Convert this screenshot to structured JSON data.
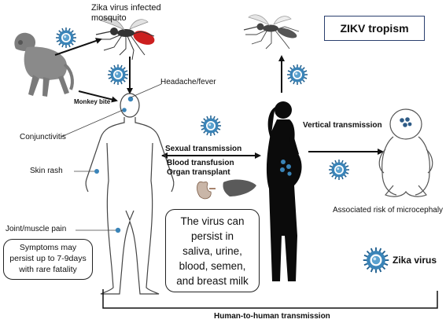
{
  "title": "ZIKV tropism",
  "labels": {
    "mosquito": "Zika virus infected\nmosquito",
    "monkey_bite": "Monkey bite",
    "headache": "Headache/fever",
    "conjunctivitis": "Conjunctivitis",
    "skin_rash": "Skin rash",
    "joint_pain": "Joint/muscle pain",
    "sexual": "Sexual transmission",
    "blood": "Blood transfusion",
    "organ": "Organ transplant",
    "vertical": "Vertical transmission",
    "microcephaly": "Associated risk of microcephaly",
    "zika_virus": "Zika virus",
    "human_to_human": "Human-to-human transmission"
  },
  "boxes": {
    "symptoms": "Symptoms may\npersist up to 7-9days\nwith rare fatality",
    "persist": "The virus can\npersist in\nsaliva, urine,\nblood, semen,\nand breast milk"
  },
  "colors": {
    "virus_body": "#3a84b8",
    "virus_dark": "#1f5f8f",
    "mosquito_body": "#cc1f1f",
    "silhouette": "#0b0b0b",
    "monkey": "#8a8a8a",
    "title_border": "#2a3f6e"
  },
  "icons": [
    "monkey-icon",
    "mosquito-icon",
    "virus-icon",
    "human-outline-icon",
    "pregnant-woman-icon",
    "baby-icon",
    "kidney-icon",
    "liver-icon"
  ]
}
